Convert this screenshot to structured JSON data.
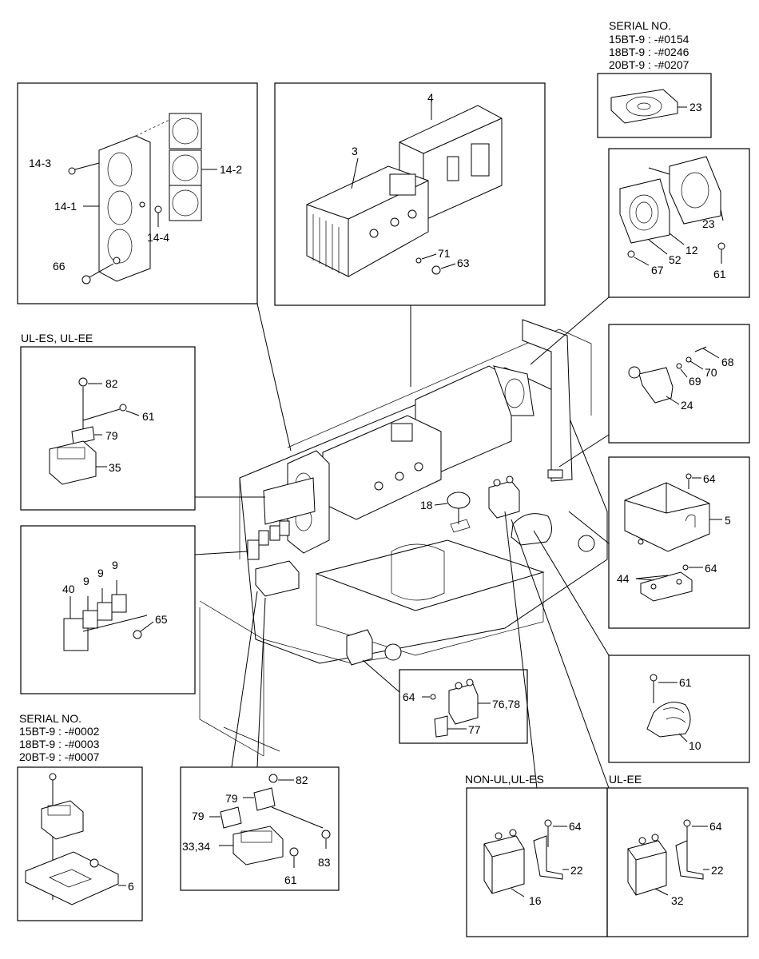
{
  "serial_top": {
    "title": "SERIAL NO.",
    "lines": [
      "15BT-9 : -#0154",
      "18BT-9 : -#0246",
      "20BT-9 : -#0207"
    ]
  },
  "serial_bottom": {
    "title": "SERIAL NO.",
    "lines": [
      "15BT-9 : -#0002",
      "18BT-9 : -#0003",
      "20BT-9 : -#0007"
    ]
  },
  "headers": {
    "ul_es_ee": "UL-ES, UL-EE",
    "non_ul_ul_es": "NON-UL,UL-ES",
    "ul_ee": "UL-EE"
  },
  "labels": {
    "fan_box": [
      "14-3",
      "14-2",
      "14-1",
      "14-4",
      "66"
    ],
    "controller_box": [
      "4",
      "3",
      "71",
      "63"
    ],
    "fan23_box": [
      "23"
    ],
    "fan_guard_box": [
      "23",
      "12",
      "52",
      "61",
      "67"
    ],
    "ul_es_box": [
      "82",
      "61",
      "79",
      "35"
    ],
    "relay_box": [
      "9",
      "9",
      "9",
      "40",
      "65"
    ],
    "switch_box": [
      "68",
      "70",
      "69",
      "24"
    ],
    "cover_box": [
      "64",
      "5",
      "64",
      "44"
    ],
    "horn_box": [
      "61",
      "10"
    ],
    "main_18": [
      "18"
    ],
    "contactor_small_box": [
      "64",
      "76,78",
      "77"
    ],
    "bracket_box": [
      "6"
    ],
    "fuse_box": [
      "82",
      "79",
      "79",
      "33,34",
      "83",
      "61"
    ],
    "contactor16_box": [
      "64",
      "22",
      "16"
    ],
    "contactor32_box": [
      "64",
      "22",
      "32"
    ]
  }
}
